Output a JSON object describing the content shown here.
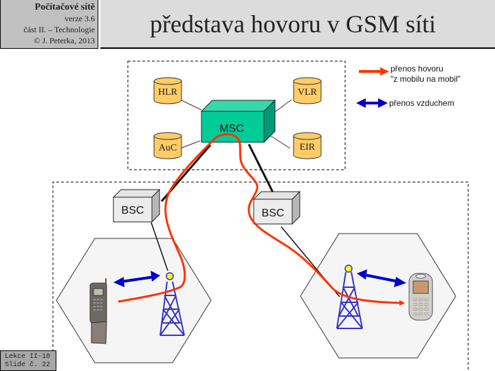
{
  "header": {
    "course_title": "Počítačové sítě",
    "version": "verze 3.6",
    "part": "část  II. –  Technologie",
    "copyright": "© J. Peterka, 2013",
    "slide_title": "představa hovoru v GSM síti"
  },
  "footer": {
    "lesson": "Lekce II-10",
    "slide": "Slide č. 22"
  },
  "core_network": {
    "msc_label": "MSC",
    "databases": [
      "HLR",
      "VLR",
      "AuC",
      "EIR"
    ],
    "colors": {
      "msc": "#00cc99",
      "database": "#ffcc66"
    }
  },
  "access_network": {
    "bsc_left_label": "BSC",
    "bsc_right_label": "BSC"
  },
  "legend": {
    "call_line1": "přenos hovoru",
    "call_line2": "\"z mobilu na mobil\"",
    "air": "přenos vzduchem",
    "colors": {
      "call": "#ff3300",
      "air": "#0000cc"
    }
  }
}
